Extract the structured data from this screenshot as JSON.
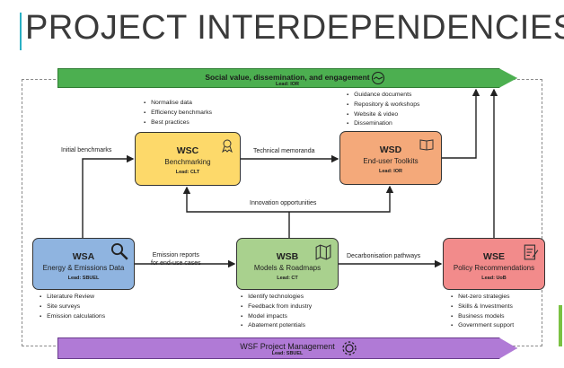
{
  "title": "PROJECT INTERDEPENDENCIES",
  "banners": {
    "top": {
      "title": "Social value, dissemination, and engagement",
      "lead": "Lead: IOR",
      "icon": "handshake-icon"
    },
    "bottom": {
      "title": "WSF Project Management",
      "lead": "Lead: SBUEL",
      "icon": "gear-icon"
    }
  },
  "boxes": {
    "wsc": {
      "code": "WSC",
      "name": "Benchmarking",
      "lead": "Lead: CLT",
      "color": "#fdd96a",
      "icon": "award-ribbon-icon"
    },
    "wsd": {
      "code": "WSD",
      "name": "End-user Toolkits",
      "lead": "Lead: IOR",
      "color": "#f4a97a",
      "icon": "book-icon"
    },
    "wsa": {
      "code": "WSA",
      "name": "Energy & Emissions Data",
      "lead": "Lead: SBUEL",
      "color": "#8fb4e0",
      "icon": "magnifier-icon"
    },
    "wsb": {
      "code": "WSB",
      "name": "Models & Roadmaps",
      "lead": "Lead: CT",
      "color": "#a9d18e",
      "icon": "map-icon"
    },
    "wse": {
      "code": "WSE",
      "name": "Policy Recommendations",
      "lead": "Lead: UoB",
      "color": "#f28b8b",
      "icon": "document-pen-icon"
    }
  },
  "bullets": {
    "wsc": [
      "Normalise data",
      "Efficiency benchmarks",
      "Best practices"
    ],
    "wsd": [
      "Guidance documents",
      "Repository & workshops",
      "Website & video",
      "Dissemination"
    ],
    "wsa": [
      "Literature Review",
      "Site surveys",
      "Emission calculations"
    ],
    "wsb": [
      "Identify technologies",
      "Feedback from industry",
      "Model impacts",
      "Abatement potentials"
    ],
    "wse": [
      "Net-zero strategies",
      "Skills & Investments",
      "Business models",
      "Government support"
    ]
  },
  "connections": {
    "initial_benchmarks": "Initial benchmarks",
    "technical_memoranda": "Technical memoranda",
    "innovation_opportunities": "Innovation opportunities",
    "emission_reports": "Emission reports",
    "emission_reports_2": "for end-use cases",
    "decarbonisation_pathways": "Decarbonisation pathways"
  }
}
